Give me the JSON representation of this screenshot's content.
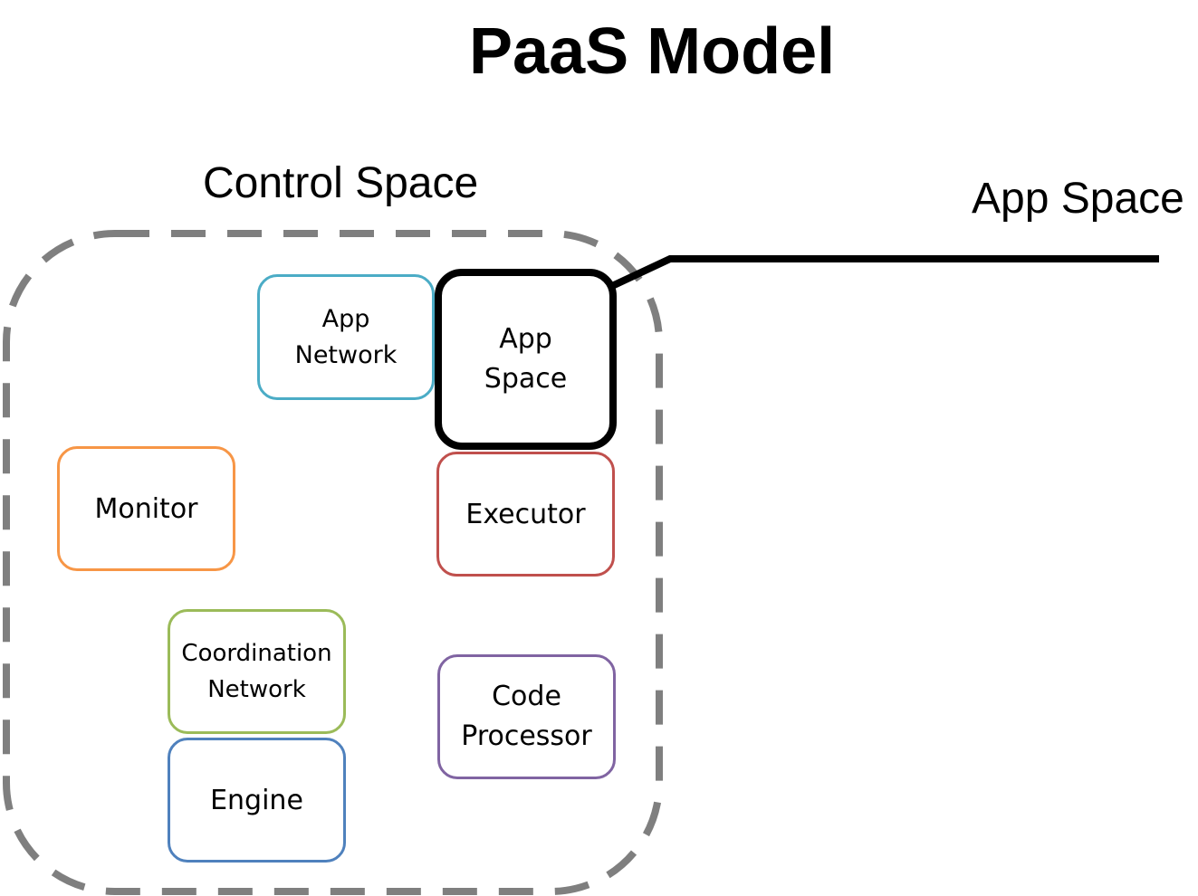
{
  "title": "PaaS Model",
  "control_space": {
    "label": "Control Space",
    "border_color": "#7f7f7f"
  },
  "app_space_callout": {
    "label": "App Space",
    "line_color": "#000000"
  },
  "components": {
    "app_network": {
      "label": "App\nNetwork",
      "color": "#4bacc6"
    },
    "app_space": {
      "label": "App\nSpace",
      "color": "#000000"
    },
    "monitor": {
      "label": "Monitor",
      "color": "#f79646"
    },
    "executor": {
      "label": "Executor",
      "color": "#c0504d"
    },
    "coordination_network": {
      "label": "Coordination\nNetwork",
      "color": "#9bbb59"
    },
    "engine": {
      "label": "Engine",
      "color": "#4f81bd"
    },
    "code_processor": {
      "label": "Code\nProcessor",
      "color": "#8064a2"
    }
  }
}
